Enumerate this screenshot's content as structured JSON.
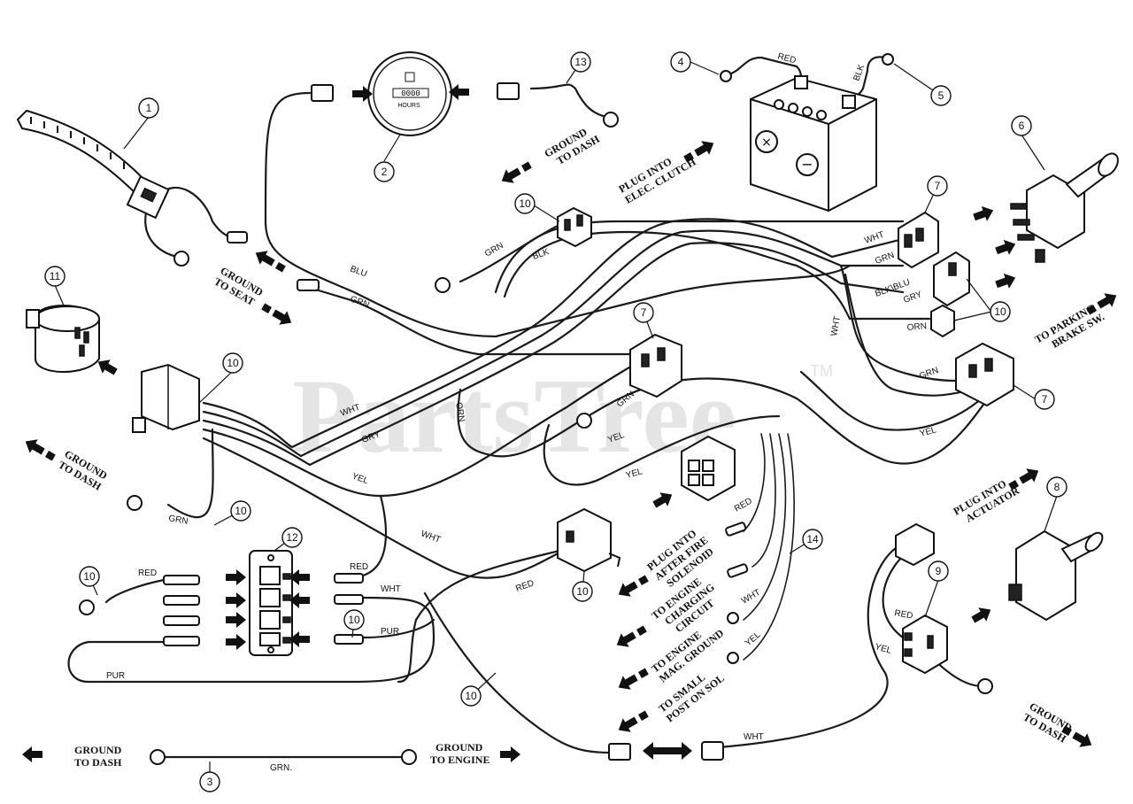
{
  "watermark": {
    "text": "PartsTree",
    "tm": "TM"
  },
  "callouts": [
    "1",
    "2",
    "3",
    "4",
    "5",
    "6",
    "7",
    "7",
    "7",
    "8",
    "9",
    "10",
    "10",
    "10",
    "10",
    "10",
    "10",
    "10",
    "10",
    "11",
    "12",
    "13",
    "14"
  ],
  "hour_meter": {
    "digits": "0000",
    "unit": "HOURS"
  },
  "wire_labels": {
    "red_batt": "RED",
    "blk_batt": "BLK",
    "blu": "BLU",
    "grn": "GRN",
    "grn2": "GRN",
    "blk": "BLK",
    "wht": "WHT",
    "grn3": "GRN",
    "blk_blu": "BLK\\BLU",
    "gry": "GRY",
    "wht2": "WHT",
    "orn": "ORN",
    "grn4": "GRN",
    "yel": "YEL",
    "wht3": "WHT",
    "gry2": "GRY",
    "orn2": "ORN",
    "grn5": "GRN",
    "yel2": "YEL",
    "yel3": "YEL",
    "yel4": "YEL",
    "grn6": "GRN",
    "wht4": "WHT",
    "red2": "RED",
    "red3": "RED",
    "wht5": "WHT",
    "pur": "PUR",
    "red4": "RED",
    "pur2": "PUR",
    "red5": "RED",
    "wht6": "WHT",
    "yel5": "YEL",
    "red6": "RED",
    "yel6": "YEL",
    "wht7": "WHT",
    "grn_cable": "GRN."
  },
  "notes": {
    "ground_dash_top": [
      "GROUND",
      "TO DASH"
    ],
    "plug_clutch": [
      "PLUG INTO",
      "ELEC. CLUTCH"
    ],
    "ground_seat": [
      "GROUND",
      "TO SEAT"
    ],
    "parking_brake": [
      "TO PARKING",
      "BRAKE SW."
    ],
    "ground_dash_left": [
      "GROUND",
      "TO DASH"
    ],
    "plug_solenoid": [
      "PLUG INTO",
      "AFTER FIRE",
      "SOLENOID"
    ],
    "engine_charging": [
      "TO ENGINE",
      "CHARGING",
      "CIRCUIT"
    ],
    "engine_mag": [
      "TO ENGINE",
      "MAG. GROUND"
    ],
    "small_post": [
      "TO SMALL",
      "POST ON SOL"
    ],
    "plug_actuator": [
      "PLUG INTO",
      "ACTUATOR"
    ],
    "ground_dash_right": [
      "GROUND",
      "TO DASH"
    ],
    "ground_dash_bottom": [
      "GROUND",
      "TO DASH"
    ],
    "ground_engine": [
      "GROUND",
      "TO ENGINE"
    ]
  }
}
